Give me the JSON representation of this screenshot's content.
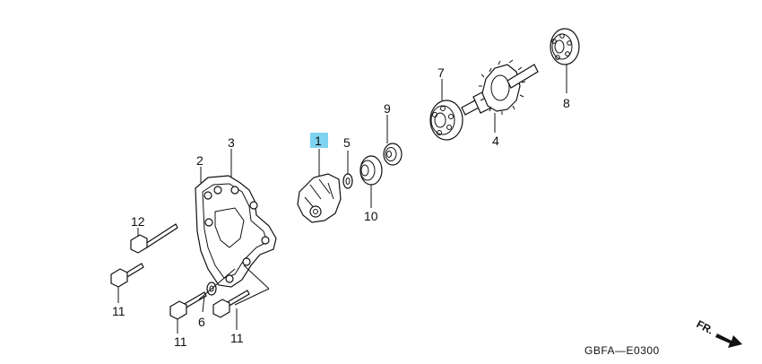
{
  "diagram": {
    "callouts": {
      "c1": "1",
      "c2": "2",
      "c3": "3",
      "c4": "4",
      "c5": "5",
      "c6": "6",
      "c7": "7",
      "c8": "8",
      "c9": "9",
      "c10": "10",
      "c11a": "11",
      "c11b": "11",
      "c11c": "11",
      "c12": "12"
    },
    "highlighted_callout": "1",
    "highlight_color": "#7fd3f2",
    "diagram_code": "GBFA—E0300",
    "direction_label": "FR."
  }
}
